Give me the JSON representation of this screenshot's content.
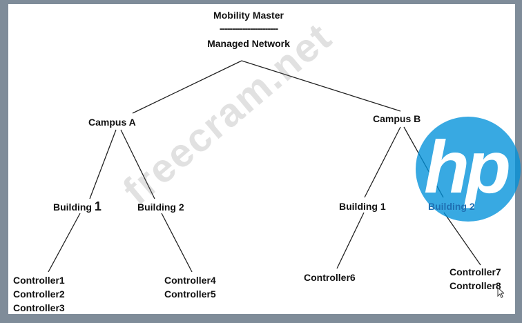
{
  "root": {
    "title": "Mobility Master",
    "separator": "-----------------------",
    "subtitle": "Managed Network"
  },
  "campus_a": {
    "label": "Campus A",
    "building_1": {
      "label_text": "Building ",
      "label_num": "1"
    },
    "building_2": {
      "label": "Building 2"
    }
  },
  "campus_b": {
    "label": "Campus B",
    "building_1": {
      "label": "Building 1"
    },
    "building_2": {
      "label": "Building 2"
    }
  },
  "controllers": {
    "group_a1": [
      "Controller1",
      "Controller2",
      "Controller3"
    ],
    "group_a2": [
      "Controller4",
      "Controller5"
    ],
    "group_b1": [
      "Controller6"
    ],
    "group_b2": [
      "Controller7",
      "Controller8"
    ]
  },
  "watermark": "freecram.net",
  "logo": {
    "text": "hp",
    "color": "#0091da"
  },
  "colors": {
    "border": "#7f8c99",
    "text": "#111111",
    "highlight": "#1f6fb2"
  }
}
